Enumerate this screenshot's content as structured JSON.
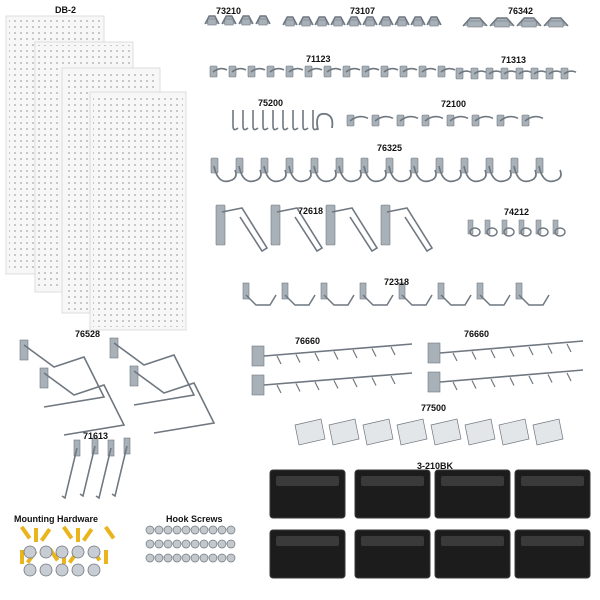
{
  "labels": {
    "pegboard": "DB-2",
    "clips_73210": "73210",
    "clips_73107": "73107",
    "clips_76342": "76342",
    "hooks_71123": "71123",
    "hooks_71313": "71313",
    "hooks_75200": "75200",
    "hooks_72100": "72100",
    "hooks_76325": "76325",
    "hooks_72618": "72618",
    "rings_74212": "74212",
    "hooks_72318": "72318",
    "hooks_76528": "76528",
    "rack_76660_left": "76660",
    "rack_76660_right": "76660",
    "holders_77500": "77500",
    "hooks_71613": "71613",
    "bins_3210BK": "3-210BK",
    "mounting_hardware": "Mounting Hardware",
    "hook_screws": "Hook Screws"
  },
  "colors": {
    "background": "#ffffff",
    "pegboard": "#f7f7f7",
    "pegboard_hole": "#b9b9b9",
    "metal": "#a9b1b8",
    "metal_dark": "#6f7780",
    "bin": "#1c1c1c",
    "bin_edge": "#3a3a3a",
    "anchor_yellow": "#e9b41c",
    "text": "#111111"
  }
}
